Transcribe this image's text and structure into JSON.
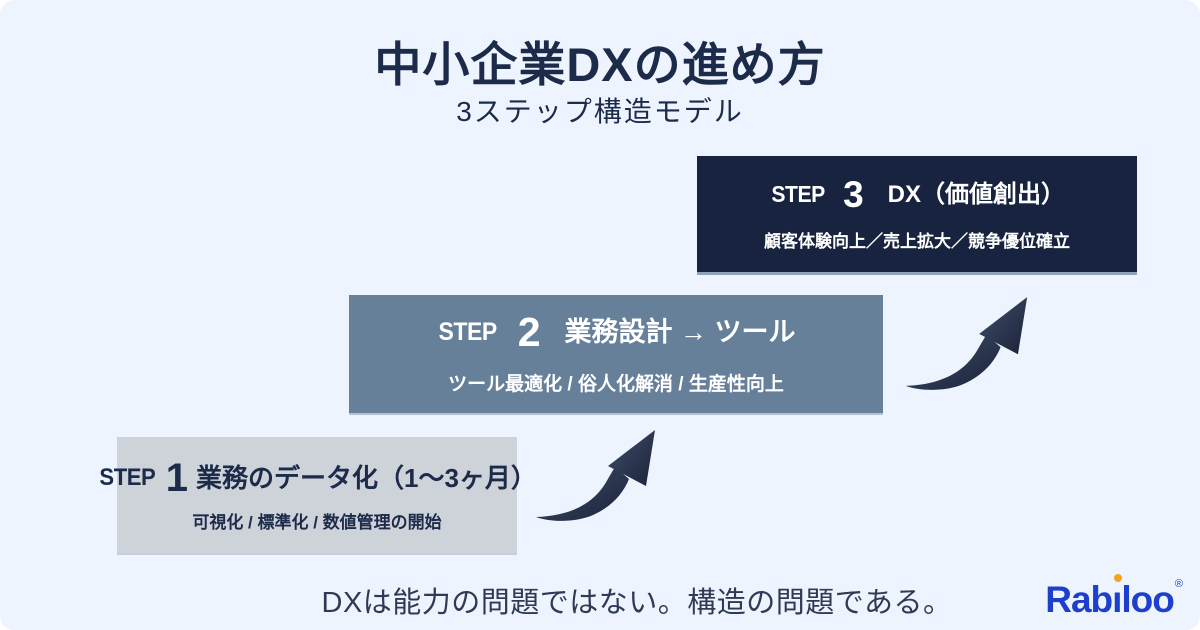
{
  "page": {
    "title": "中小企業DXの進め方",
    "subtitle": "3ステップ構造モデル",
    "footer_quote": "DXは能力の問題ではない。構造の問題である。"
  },
  "steps": [
    {
      "label": "STEP",
      "number": "1",
      "title": "業務のデータ化（1〜3ヶ月）",
      "detail": "可視化 / 標準化 / 数値管理の開始"
    },
    {
      "label": "STEP",
      "number": "2",
      "title": "業務設計 → ツール",
      "detail": "ツール最適化 / 俗人化解消 / 生産性向上"
    },
    {
      "label": "STEP",
      "number": "3",
      "title": "DX（価値創出）",
      "detail": "顧客体験向上／売上拡大／競争優位確立"
    }
  ],
  "logo": {
    "pre": "Rab",
    "i": "ı",
    "post": "loo",
    "reg": "®"
  },
  "colors": {
    "background": "#eef4fd",
    "heading_navy": "#1d2b4a",
    "step1_bg": "#ced2d9",
    "step2_bg": "#67809a",
    "step3_bg": "#18243f",
    "arrow_dark": "#1c2439",
    "brand_blue": "#1d3fce",
    "brand_orange": "#f7a21b"
  }
}
